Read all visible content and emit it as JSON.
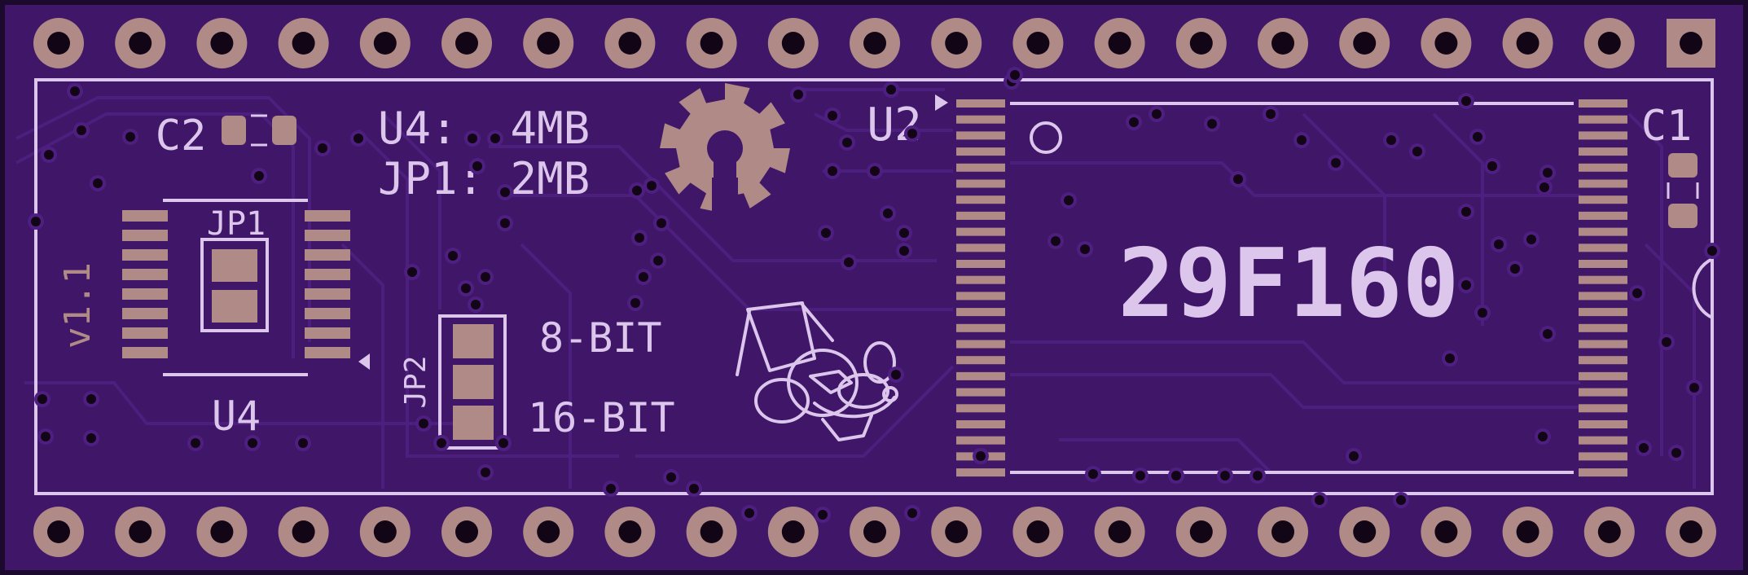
{
  "board": {
    "chip_label": "29F160",
    "version": "v1.1",
    "notes": [
      "U4:  4MB",
      "JP1: 2MB"
    ],
    "jumper_options": [
      "8-BIT",
      "16-BIT"
    ]
  },
  "refdes": {
    "c1": "C1",
    "c2": "C2",
    "u2": "U2",
    "u4": "U4",
    "jp1": "JP1",
    "jp2": "JP2"
  },
  "colors": {
    "board": "#3f1668",
    "edge": "#1c0a2e",
    "copper": "#b08a86",
    "silkscreen": "#dcc6ec",
    "trace": "#4e1f80",
    "via": "#120616"
  },
  "icons": [
    "open-hardware-gear-logo",
    "cartoon-mascot-logo"
  ]
}
